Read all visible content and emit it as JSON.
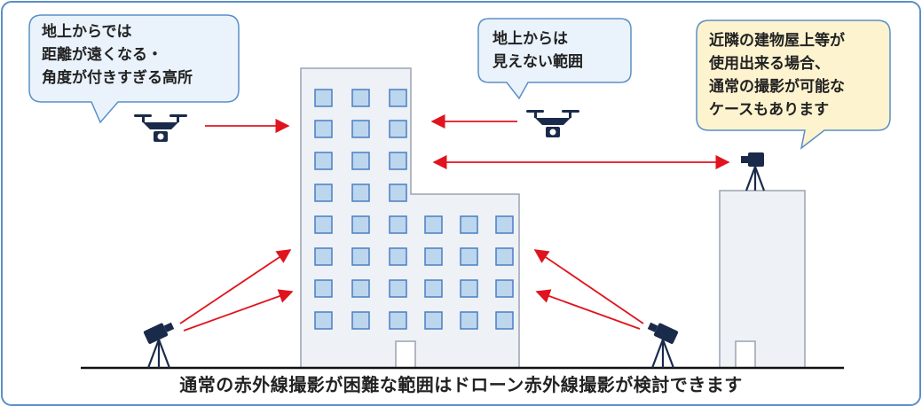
{
  "bubbles": {
    "left": {
      "lines": [
        "地上からでは",
        "距離が遠くなる・",
        "角度が付きすぎる高所"
      ]
    },
    "middle": {
      "lines": [
        "地上からは",
        "見えない範囲"
      ]
    },
    "right": {
      "lines": [
        "近隣の建物屋上等が",
        "使用出来る場合、",
        "通常の撮影が可能な",
        "ケースもあります"
      ]
    }
  },
  "caption": "通常の赤外線撮影が困難な範囲はドローン赤外線撮影が検討できます",
  "colors": {
    "border": "#5b8fc7",
    "bubble_blue_fill": "#eaf3fc",
    "bubble_yellow_fill": "#fdf3cf",
    "building_fill": "#eef1f6",
    "building_stroke": "#9aa3b2",
    "window_fill": "#bcd6ee",
    "window_stroke": "#4a7fc1",
    "arrow_red": "#e0141e",
    "device_navy": "#1a2a4a",
    "ground": "#111111"
  },
  "icons": [
    "drone-icon",
    "camera-tripod-icon"
  ]
}
